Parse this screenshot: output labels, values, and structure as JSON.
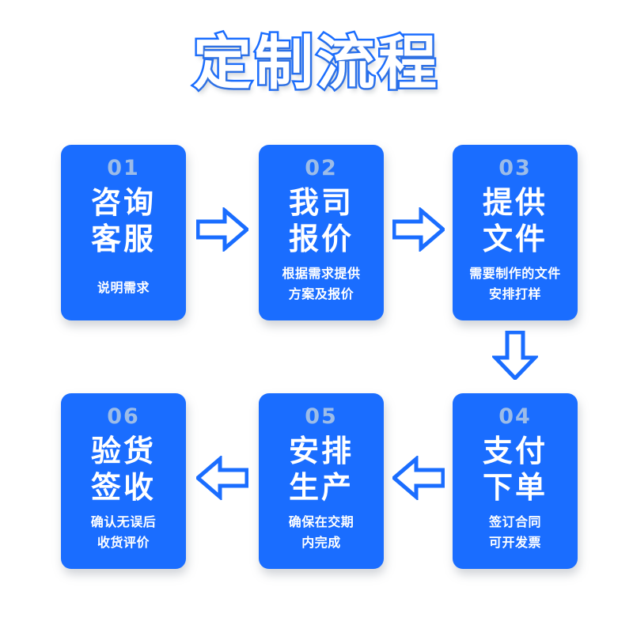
{
  "page": {
    "title": "定制流程",
    "background_color": "#ffffff",
    "accent_color": "#1a6dff",
    "number_color": "#9cbce8",
    "text_color": "#ffffff"
  },
  "steps": [
    {
      "number": "01",
      "title_lines": [
        "咨询",
        "客服"
      ],
      "sub_lines": [
        "说明需求"
      ]
    },
    {
      "number": "02",
      "title_lines": [
        "我司",
        "报价"
      ],
      "sub_lines": [
        "根据需求提供",
        "方案及报价"
      ]
    },
    {
      "number": "03",
      "title_lines": [
        "提供",
        "文件"
      ],
      "sub_lines": [
        "需要制作的文件",
        "安排打样"
      ]
    },
    {
      "number": "04",
      "title_lines": [
        "支付",
        "下单"
      ],
      "sub_lines": [
        "签订合同",
        "可开发票"
      ]
    },
    {
      "number": "05",
      "title_lines": [
        "安排",
        "生产"
      ],
      "sub_lines": [
        "确保在交期",
        "内完成"
      ]
    },
    {
      "number": "06",
      "title_lines": [
        "验货",
        "签收"
      ],
      "sub_lines": [
        "确认无误后",
        "收货评价"
      ]
    }
  ],
  "arrows": [
    {
      "name": "arrow-right-step1-step2",
      "direction": "right"
    },
    {
      "name": "arrow-right-step2-step3",
      "direction": "right"
    },
    {
      "name": "arrow-down-step3-step4",
      "direction": "down"
    },
    {
      "name": "arrow-left-step4-step5",
      "direction": "left"
    },
    {
      "name": "arrow-left-step5-step6",
      "direction": "left"
    }
  ]
}
